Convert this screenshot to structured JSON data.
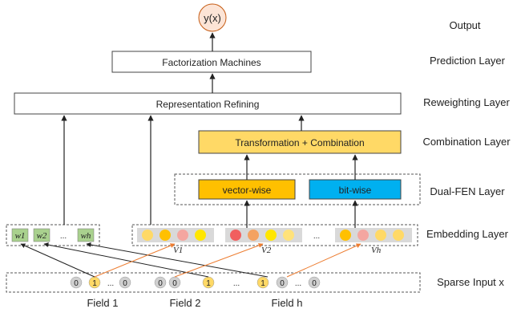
{
  "output_node": "y(x)",
  "boxes": {
    "fm": "Factorization Machines",
    "refine": "Representation Refining",
    "combine": "Transformation + Combination",
    "vector": "vector-wise",
    "bit": "bit-wise"
  },
  "layers": {
    "output": "Output",
    "prediction": "Prediction Layer",
    "reweighting": "Reweighting Layer",
    "combination": "Combination Layer",
    "dualfen": "Dual-FEN Layer",
    "embedding": "Embedding Layer",
    "sparse": "Sparse Input x"
  },
  "weights": [
    "w1",
    "w2",
    "...",
    "wh"
  ],
  "embedding_labels": [
    "V1",
    "V2",
    "...",
    "Vh"
  ],
  "fields": [
    "Field 1",
    "Field 2",
    "Field h"
  ],
  "sparse_values": [
    "0",
    "1",
    "...",
    "0",
    "0",
    "0",
    "1",
    "...",
    "1",
    "0",
    "...",
    "0"
  ],
  "colors": {
    "combine_fill": "#ffd966",
    "vector_fill": "#ffc000",
    "bit_fill": "#00b0f0",
    "weight_fill": "#a9d18e",
    "output_fill": "#fce4d6",
    "orange_arrow": "#ed7d31"
  }
}
